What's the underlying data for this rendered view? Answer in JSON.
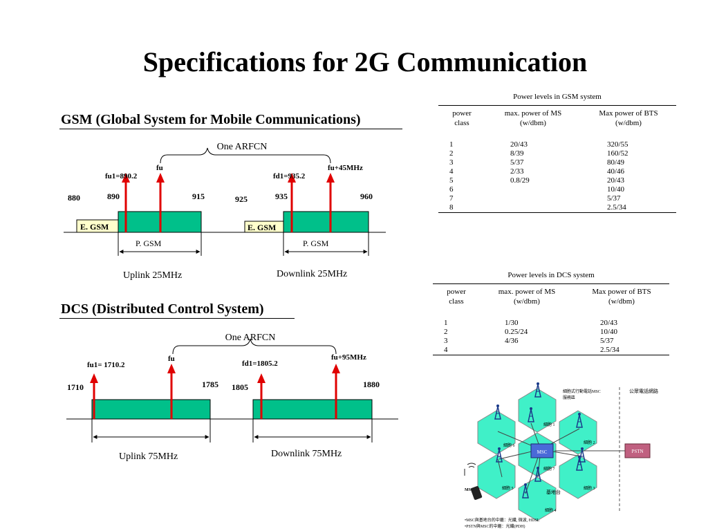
{
  "slide": {
    "title": "Specifications for 2G Communication"
  },
  "gsm_section": {
    "heading": "GSM (Global System for Mobile Communications)",
    "arfcn_label": "One ARFCN",
    "uplink": {
      "start": "880",
      "pgsm_start": "890",
      "end": "915",
      "carrier_label": "fu1=890.2",
      "fu_label": "fu",
      "egsm_label": "E. GSM",
      "pgsm_label": "P. GSM",
      "band_label": "Uplink 25MHz"
    },
    "downlink": {
      "start": "925",
      "pgsm_start": "935",
      "end": "960",
      "carrier_label": "fd1=935.2",
      "fu_label": "fu+45MHz",
      "egsm_label": "E. GSM",
      "pgsm_label": "P. GSM",
      "band_label": "Downlink 25MHz"
    }
  },
  "dcs_section": {
    "heading": "DCS (Distributed Control System)",
    "arfcn_label": "One ARFCN",
    "uplink": {
      "start": "1710",
      "end": "1785",
      "carrier_label": "fu1= 1710.2",
      "fu_label": "fu",
      "band_label": "Uplink 75MHz"
    },
    "downlink": {
      "start": "1805",
      "end": "1880",
      "carrier_label": "fd1=1805.2",
      "fu_label": "fu+95MHz",
      "band_label": "Downlink 75MHz"
    }
  },
  "gsm_power_table": {
    "caption": "Power levels in GSM system",
    "headers": [
      [
        "power",
        "class"
      ],
      [
        "max. power of MS",
        "(w/dbm)"
      ],
      [
        "Max power of BTS",
        "(w/dbm)"
      ]
    ],
    "rows": [
      [
        "1",
        "20/43",
        "320/55"
      ],
      [
        "2",
        "8/39",
        "160/52"
      ],
      [
        "3",
        "5/37",
        "80/49"
      ],
      [
        "4",
        "2/33",
        "40/46"
      ],
      [
        "5",
        "0.8/29",
        "20/43"
      ],
      [
        "6",
        "",
        "10/40"
      ],
      [
        "7",
        "",
        "5/37"
      ],
      [
        "8",
        "",
        "2.5/34"
      ]
    ]
  },
  "dcs_power_table": {
    "caption": "Power levels in DCS system",
    "headers": [
      [
        "power",
        "class"
      ],
      [
        "max. power of MS",
        "(w/dbm)"
      ],
      [
        "Max power of BTS",
        "(w/dbm)"
      ]
    ],
    "rows": [
      [
        "1",
        "1/30",
        "20/43"
      ],
      [
        "2",
        "0.25/24",
        "10/40"
      ],
      [
        "3",
        "4/36",
        "5/37"
      ],
      [
        "4",
        "",
        "2.5/34"
      ]
    ]
  },
  "network_diagram": {
    "cell_labels": [
      "細胞 1",
      "細胞 2",
      "細胞 3",
      "細胞 4",
      "細胞 5",
      "細胞 6",
      "細胞 7"
    ],
    "msc_label": "MSC",
    "pstn_label": "PSTN",
    "ms_label": "MS",
    "bts_label": "基地台",
    "msc_caption": [
      "細胞式行動電話MSC",
      "服務區"
    ],
    "pstn_caption": "公眾電話網路",
    "notes": [
      "•MSC與基地台的中繼：光纖, 微波, HDSL",
      "•PSTN與MSC的中繼：光纖(PDH)"
    ]
  },
  "colors": {
    "band_fill": "#00c08a",
    "egsm_fill": "#ffffcc",
    "carrier_arrow": "#e00000",
    "cell_fill": "#40f0c8",
    "pstn_fill": "#c06080"
  }
}
